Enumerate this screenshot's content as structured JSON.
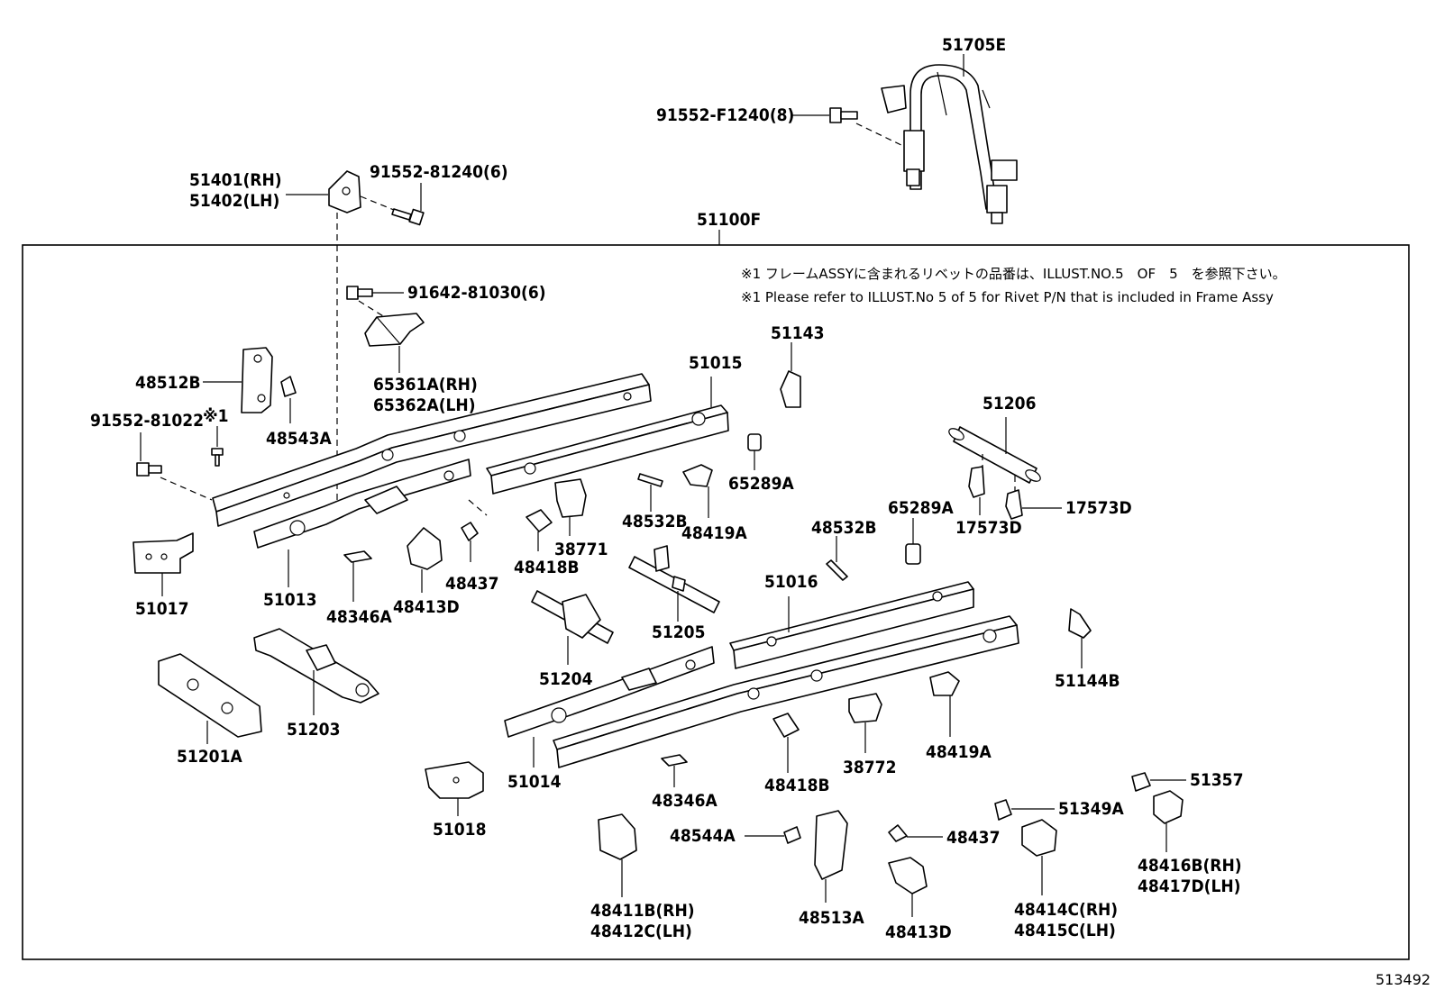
{
  "frame_assy": "51100F",
  "notes": {
    "jp": "※1 フレームASSYに含まれるリベットの品番は、ILLUST.NO.5　OF　5　を参照下さい。",
    "en": "※1 Please refer to ILLUST.No 5 of 5 for Rivet P/N that is included in Frame Assy"
  },
  "illustration_number": "513492",
  "callouts": {
    "p51705E": "51705E",
    "p91552F1240": "91552-F1240(8)",
    "p51401": "51401(RH)",
    "p51402": "51402(LH)",
    "p9155281240": "91552-81240(6)",
    "p9164281030": "91642-81030(6)",
    "p65361A": "65361A(RH)",
    "p65362A": "65362A(LH)",
    "p48512B": "48512B",
    "p48543A": "48543A",
    "p9155281022": "91552-81022",
    "rivet_mark": "※1",
    "p51015": "51015",
    "p51143": "51143",
    "p51206": "51206",
    "p65289A_1": "65289A",
    "p48532B_1": "48532B",
    "p48419A_1": "48419A",
    "p38771": "38771",
    "p48418B_1": "48418B",
    "p17573D_1": "17573D",
    "p17573D_2": "17573D",
    "p65289A_2": "65289A",
    "p48532B_2": "48532B",
    "p51017": "51017",
    "p51013": "51013",
    "p48346A_1": "48346A",
    "p48413D_1": "48413D",
    "p48437_1": "48437",
    "p51016": "51016",
    "p51205": "51205",
    "p51204": "51204",
    "p51144B": "51144B",
    "p51203": "51203",
    "p51201A": "51201A",
    "p51014": "51014",
    "p38772": "38772",
    "p48419A_2": "48419A",
    "p48418B_2": "48418B",
    "p48346A_2": "48346A",
    "p51018": "51018",
    "p51357": "51357",
    "p51349A": "51349A",
    "p48544A": "48544A",
    "p48437_2": "48437",
    "p48416B": "48416B(RH)",
    "p48417D": "48417D(LH)",
    "p48411B": "48411B(RH)",
    "p48412C": "48412C(LH)",
    "p48513A": "48513A",
    "p48413D_2": "48413D",
    "p48414C": "48414C(RH)",
    "p48415C": "48415C(LH)"
  }
}
